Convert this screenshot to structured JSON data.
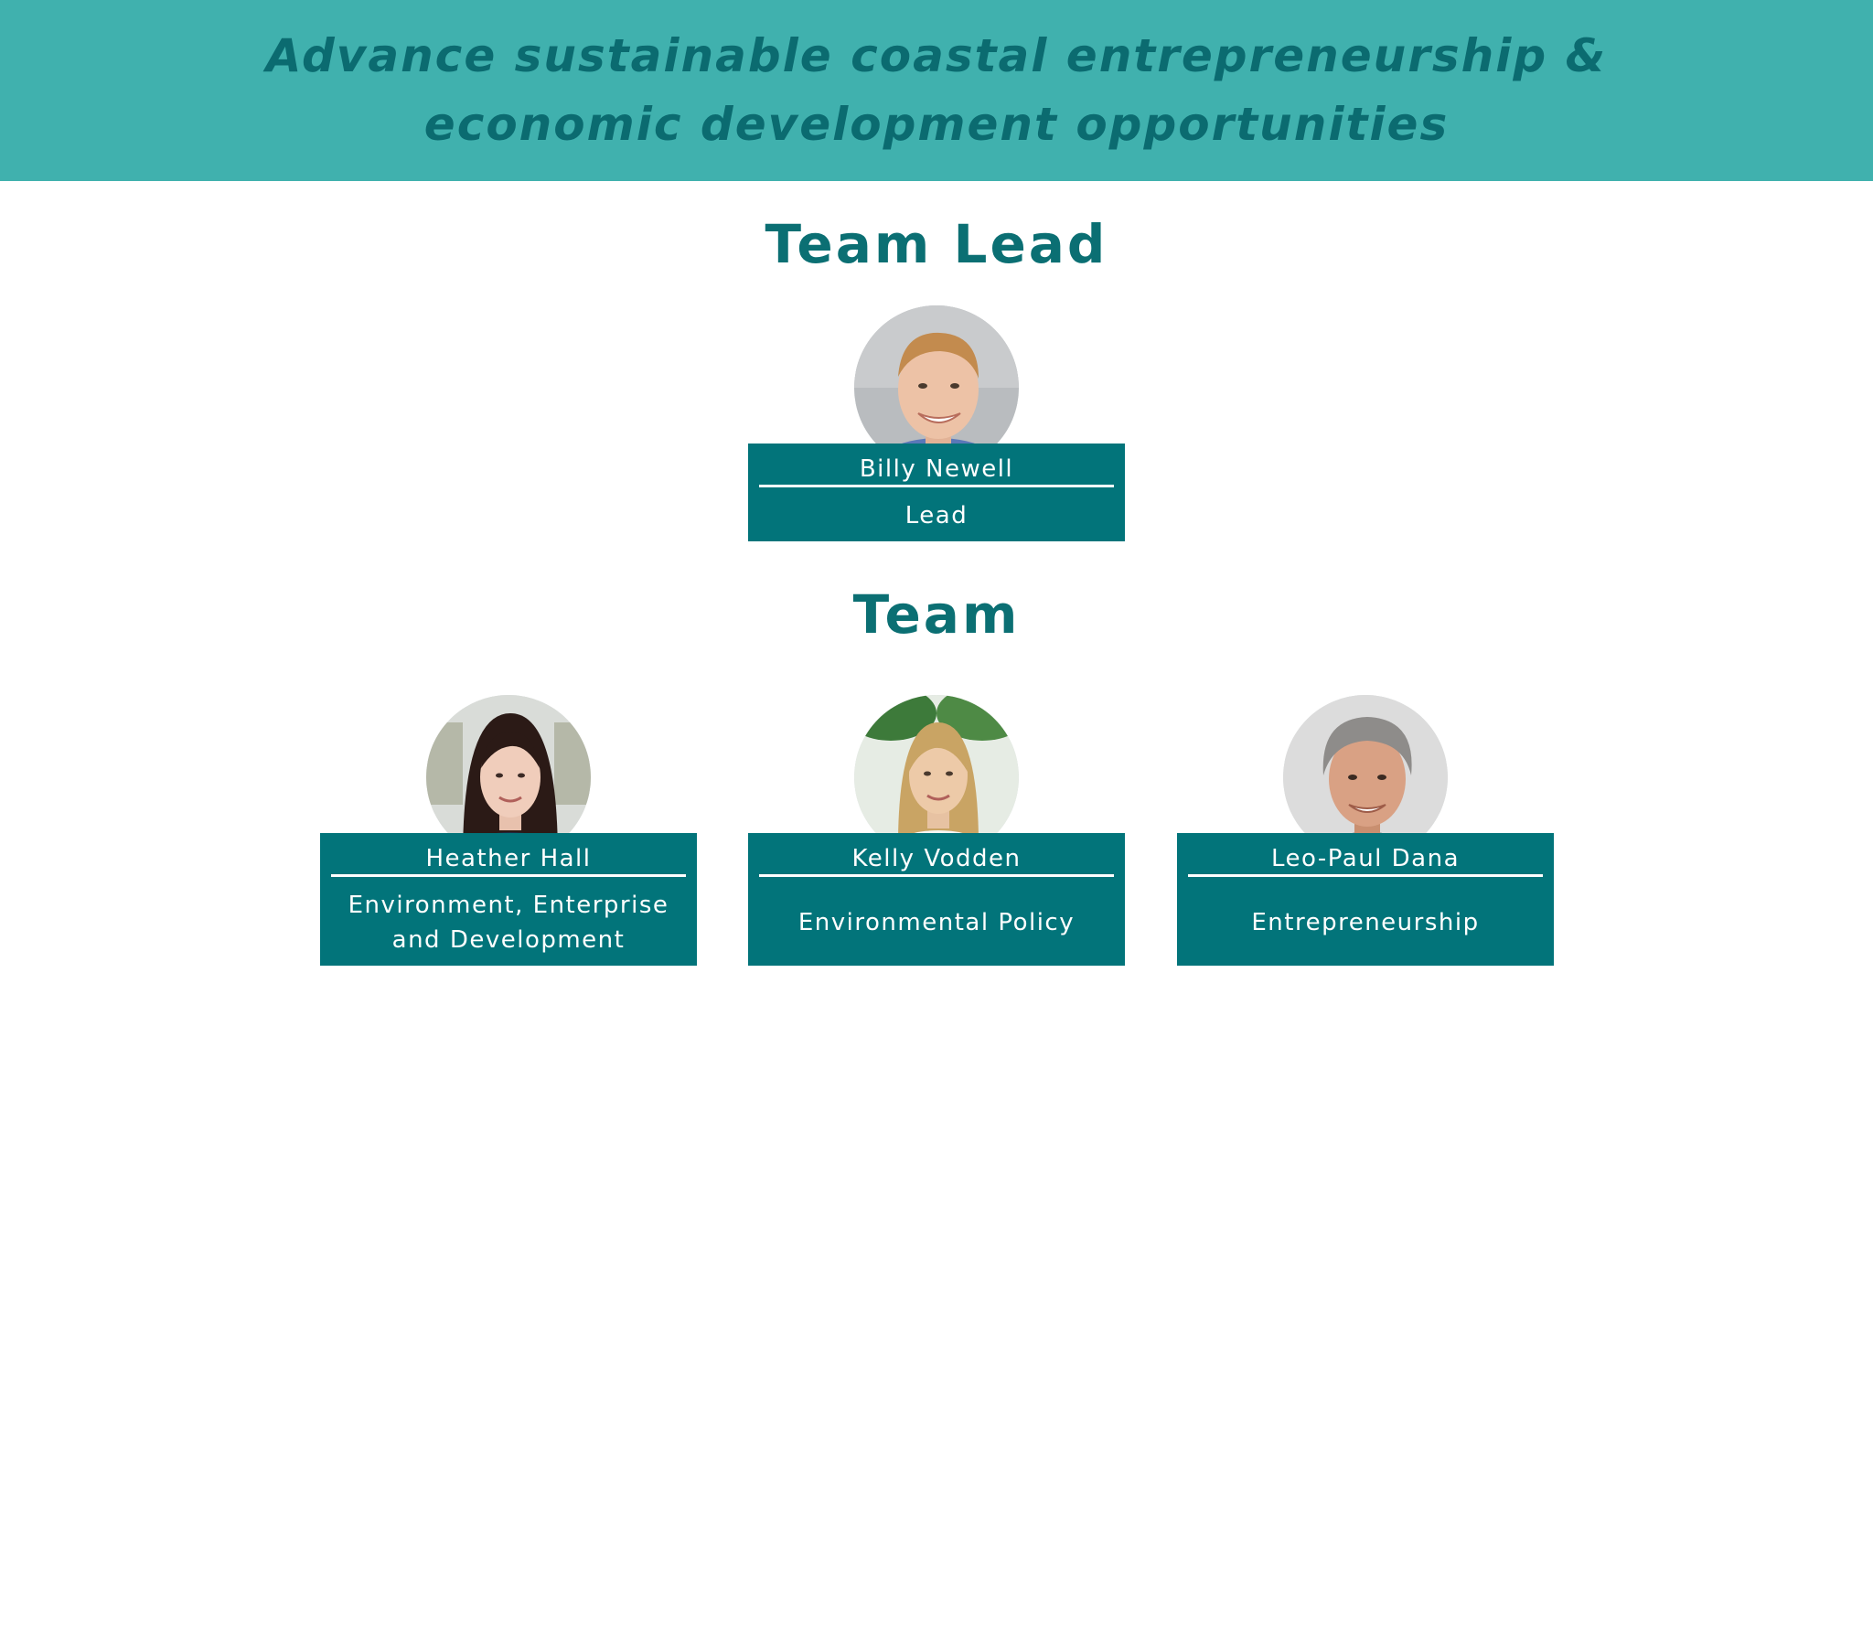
{
  "banner": {
    "title": "Advance sustainable coastal entrepreneurship & economic development opportunities"
  },
  "sections": {
    "lead_heading": "Team Lead",
    "team_heading": "Team"
  },
  "lead": {
    "name": "Billy Newell",
    "role": "Lead"
  },
  "team": [
    {
      "name": "Heather Hall",
      "role": "Environment, Enterprise and Development"
    },
    {
      "name": "Kelly Vodden",
      "role": "Environmental Policy"
    },
    {
      "name": "Leo-Paul Dana",
      "role": "Entrepreneurship"
    }
  ],
  "colors": {
    "banner_bg": "#40b1ae",
    "banner_text": "#0b6b70",
    "heading_text": "#0b6f73",
    "card_bg": "#02747a",
    "card_text": "#ffffff"
  }
}
